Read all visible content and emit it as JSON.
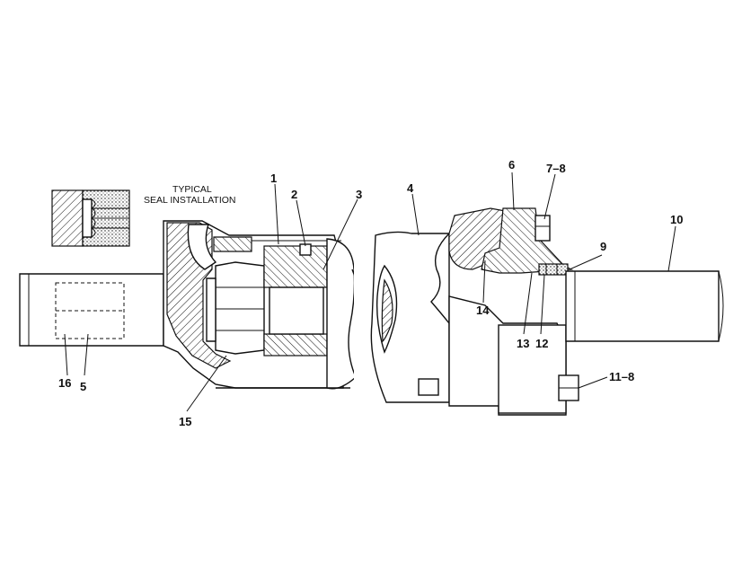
{
  "caption": {
    "line1": "TYPICAL",
    "line2": "SEAL INSTALLATION"
  },
  "callouts": [
    {
      "id": "c1",
      "text": "1"
    },
    {
      "id": "c2",
      "text": "2"
    },
    {
      "id": "c3",
      "text": "3"
    },
    {
      "id": "c4",
      "text": "4"
    },
    {
      "id": "c5",
      "text": "5"
    },
    {
      "id": "c6",
      "text": "6"
    },
    {
      "id": "c7",
      "text": "7–8"
    },
    {
      "id": "c9",
      "text": "9"
    },
    {
      "id": "c10",
      "text": "10"
    },
    {
      "id": "c11",
      "text": "11–8"
    },
    {
      "id": "c12",
      "text": "12"
    },
    {
      "id": "c13",
      "text": "13"
    },
    {
      "id": "c14",
      "text": "14"
    },
    {
      "id": "c15",
      "text": "15"
    },
    {
      "id": "c16",
      "text": "16"
    }
  ]
}
